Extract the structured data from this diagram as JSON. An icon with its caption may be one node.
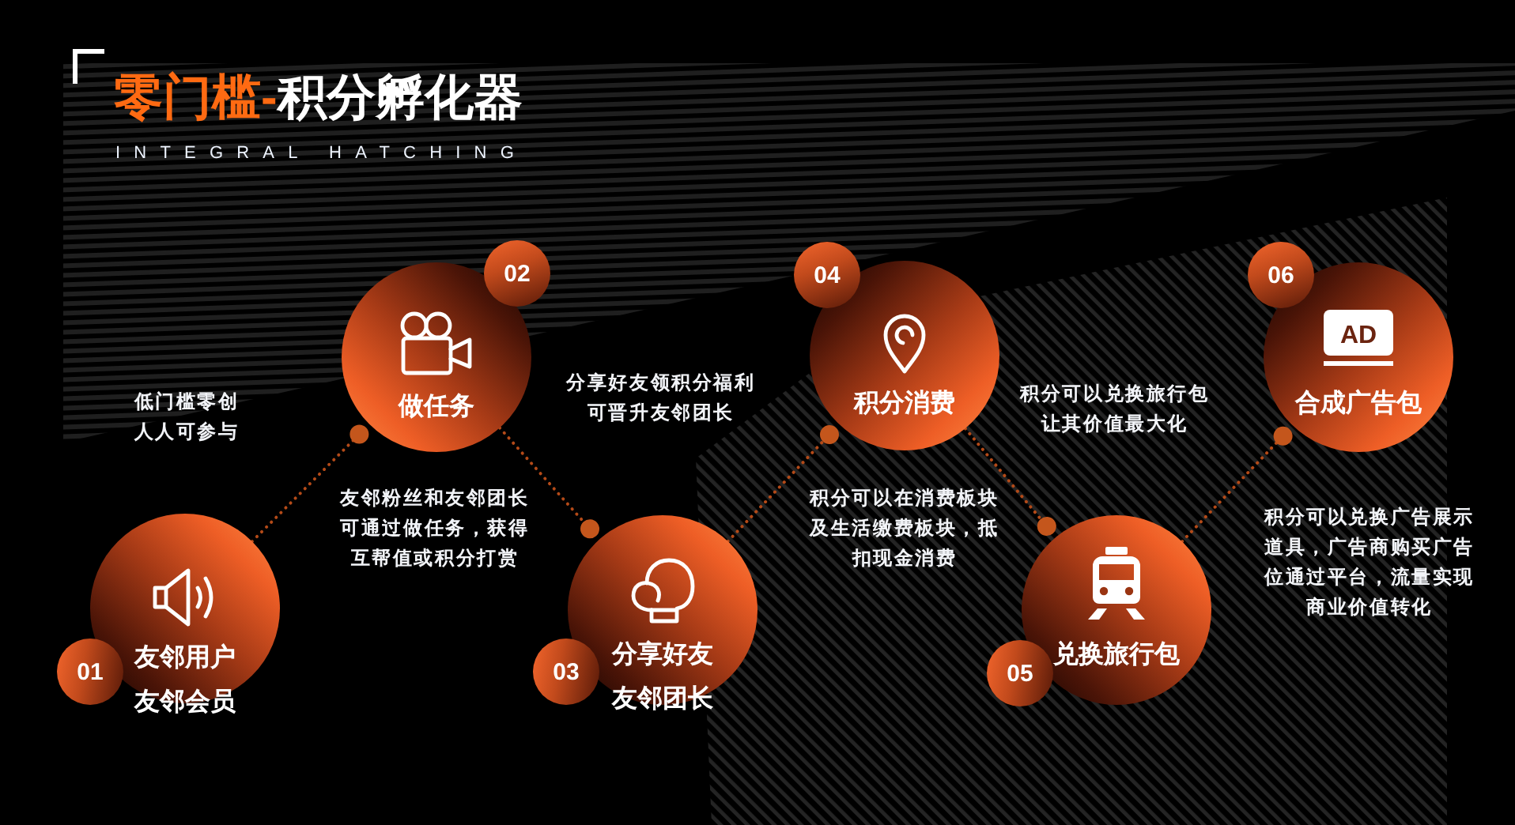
{
  "diagram": {
    "title": "零门槛-积分孵化器",
    "nodes": [
      {
        "text": [
          "友邻用户",
          "友邻会员"
        ],
        "beside": [
          "低门槛零创人人可参与"
        ]
      },
      {
        "text": [
          "01"
        ]
      },
      {
        "text": [
          "做任务"
        ],
        "beside": [
          "友邻粉丝和友邻团长可通过做任务，获得互帮值或积分打赏"
        ]
      },
      {
        "text": [
          "02"
        ]
      },
      {
        "text": [
          "分享好友",
          "友邻团长"
        ]
      },
      {
        "text": [
          "03"
        ]
      },
      {
        "text": [
          "积分消费"
        ],
        "beside": [
          "积分可以在消费板块及生活缴费板块，抵扣现金消费"
        ]
      },
      {
        "text": [
          "04"
        ]
      },
      {
        "text": [
          "兑换旅行包"
        ]
      },
      {
        "text": [
          "05"
        ]
      },
      {
        "text": [
          "合成广告包"
        ],
        "beside": [
          "积分可以兑换广告展示道具，广告商购买广告位通过平台，流量实现商业价值转化"
        ]
      },
      {
        "text": [
          "06"
        ]
      }
    ],
    "edges": [
      {
        "from": 0,
        "to": 2,
        "arrow": "other"
      },
      {
        "from": 2,
        "to": 4,
        "arrow": "other"
      },
      {
        "from": 4,
        "to": 6,
        "arrow": "other"
      },
      {
        "from": 6,
        "to": 8,
        "arrow": "other"
      },
      {
        "from": 8,
        "to": 10,
        "arrow": "other"
      }
    ],
    "labels": [
      "INTEGRAL HATCHING",
      "AD",
      "分享好友领积分福利可晋升友邻团长",
      "积分可以兑换旅行包让其价值最大化"
    ]
  }
}
